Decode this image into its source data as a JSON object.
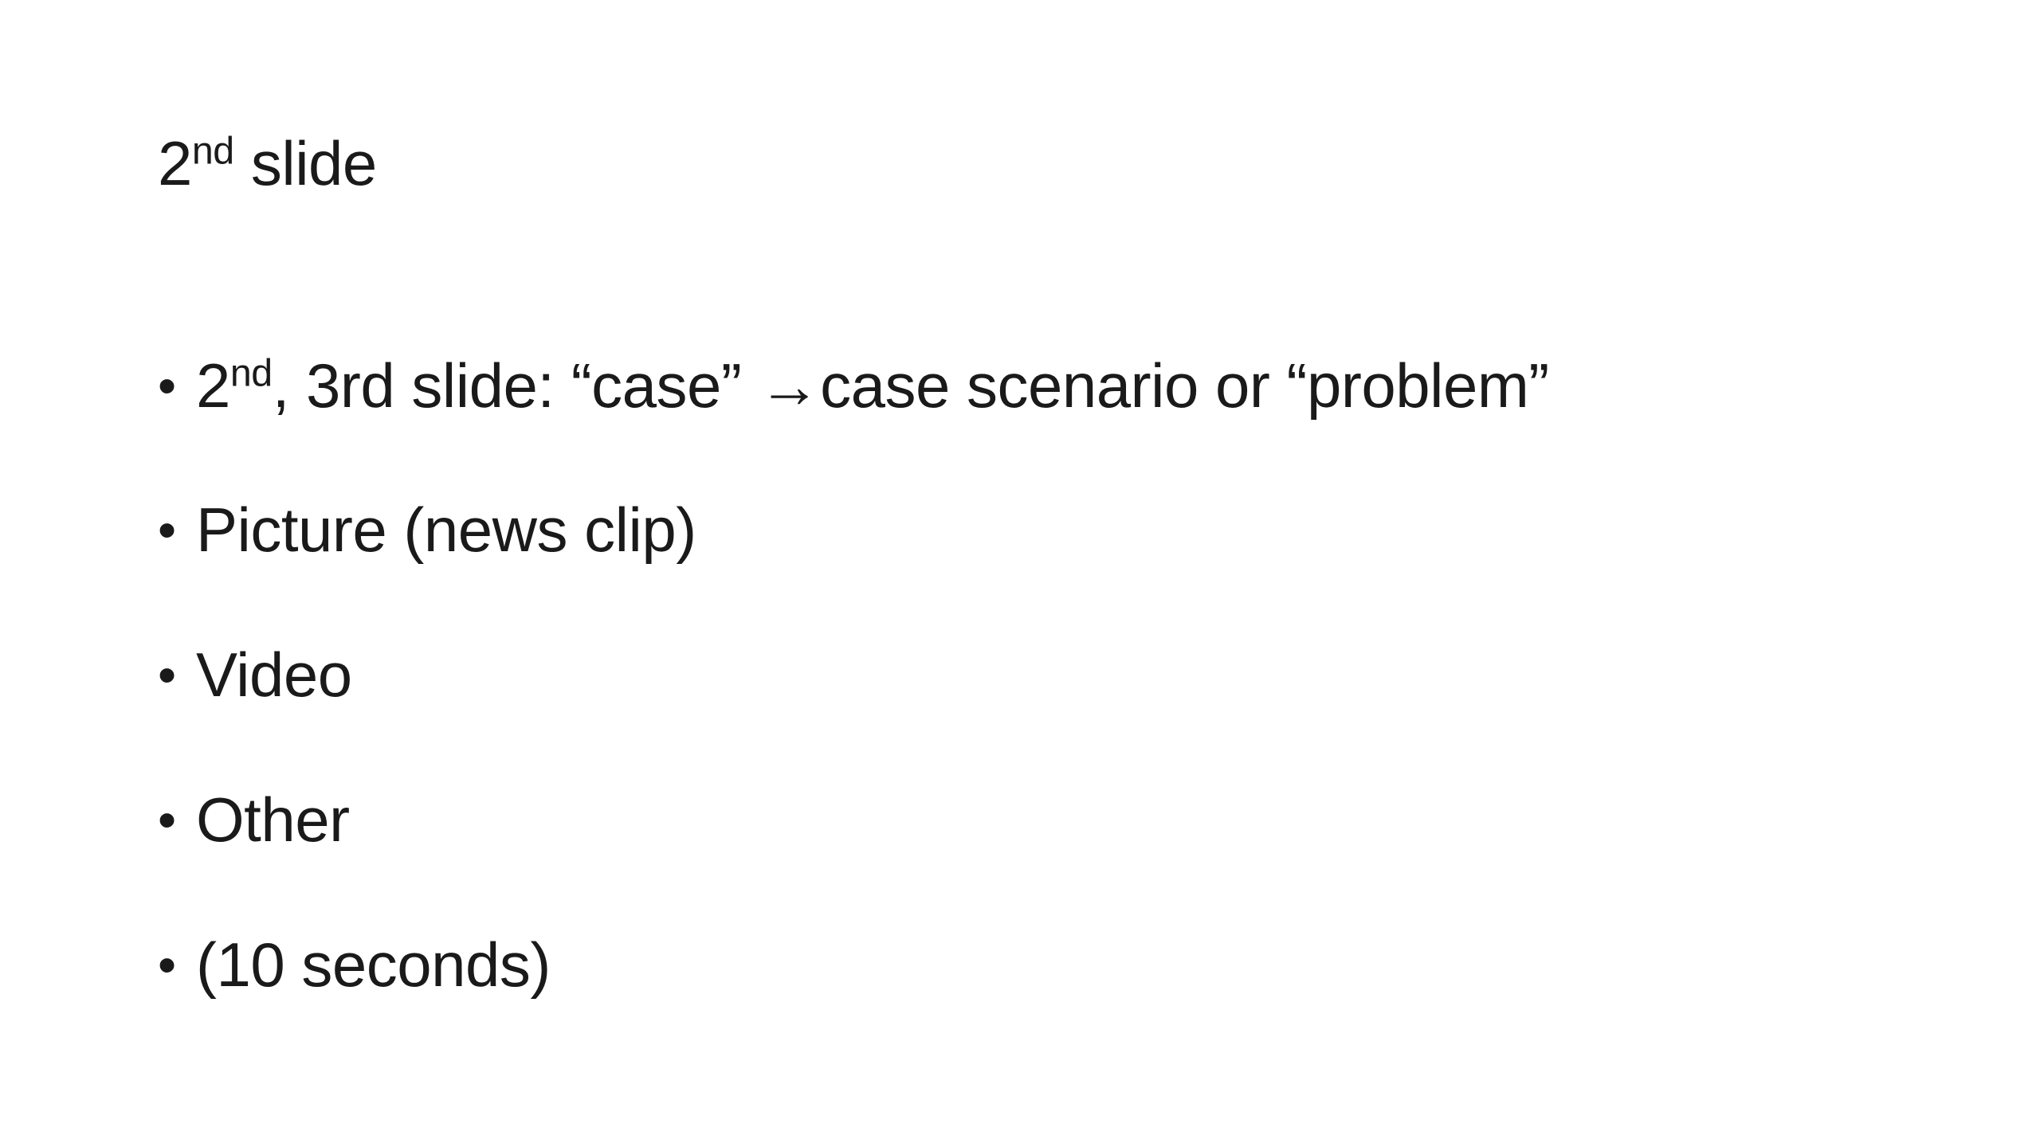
{
  "slide": {
    "title": {
      "number": "2",
      "suffix": "nd",
      "text": " slide"
    },
    "bullets": [
      {
        "number": "2",
        "suffix": "nd",
        "text": ", 3rd slide: “case” →case scenario or “problem”"
      },
      {
        "text": "Picture (news clip)"
      },
      {
        "text": "Video"
      },
      {
        "text": "Other"
      },
      {
        "text": "(10 seconds)"
      }
    ],
    "bullet_symbol": "•"
  }
}
